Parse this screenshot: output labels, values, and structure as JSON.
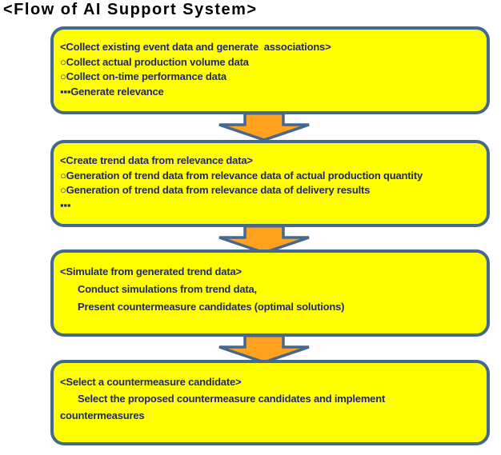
{
  "title": "<Flow of AI Support System>",
  "colors": {
    "title_text": "#000000",
    "box_fill": "#FFFF00",
    "box_border": "#44688E",
    "text": "#212878",
    "arrow_fill": "#FFA01E",
    "arrow_border": "#44688E"
  },
  "flow": {
    "boxes": [
      {
        "heading": "<Collect existing event data and generate  associations>",
        "lines": [
          "○Collect actual production volume data",
          "○Collect on-time performance data",
          "▪▪▪Generate relevance"
        ]
      },
      {
        "heading": "<Create trend data from relevance data>",
        "lines": [
          "○Generation of trend data from relevance data of actual production quantity",
          "○Generation of trend data from relevance data of delivery results",
          "▪▪▪"
        ]
      },
      {
        "heading": "<Simulate from generated trend data>",
        "lines": [
          "Conduct simulations from trend data,",
          "Present countermeasure candidates (optimal solutions)"
        ]
      },
      {
        "heading": "<Select a countermeasure candidate>",
        "lines": [
          "Select the proposed countermeasure candidates and implement",
          "countermeasures"
        ]
      }
    ]
  }
}
